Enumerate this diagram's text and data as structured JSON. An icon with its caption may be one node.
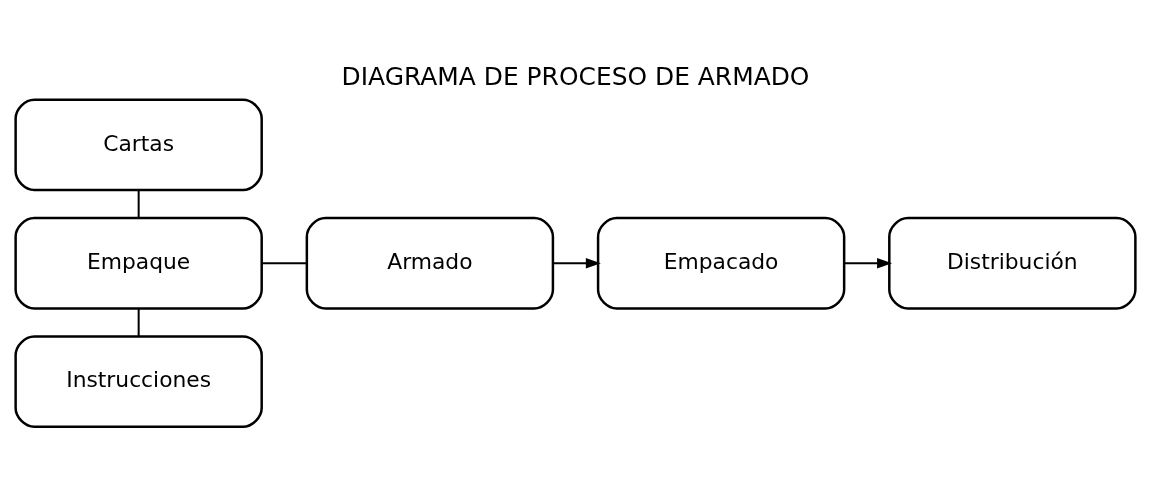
{
  "diagram": {
    "title": "DIAGRAMA DE PROCESO DE ARMADO",
    "nodes": [
      {
        "text": [
          "Cartas"
        ]
      },
      {
        "text": [
          "Empaque"
        ]
      },
      {
        "text": [
          "Instrucciones"
        ]
      },
      {
        "text": [
          "Armado"
        ]
      },
      {
        "text": [
          "Empacado"
        ]
      },
      {
        "text": [
          "Distribución"
        ]
      }
    ],
    "edges": [
      {
        "from": 0,
        "to": 1,
        "arrow": "none"
      },
      {
        "from": 1,
        "to": 2,
        "arrow": "none"
      },
      {
        "from": 1,
        "to": 3,
        "arrow": "none"
      },
      {
        "from": 3,
        "to": 4,
        "arrow": "to"
      },
      {
        "from": 4,
        "to": 5,
        "arrow": "to"
      }
    ]
  }
}
